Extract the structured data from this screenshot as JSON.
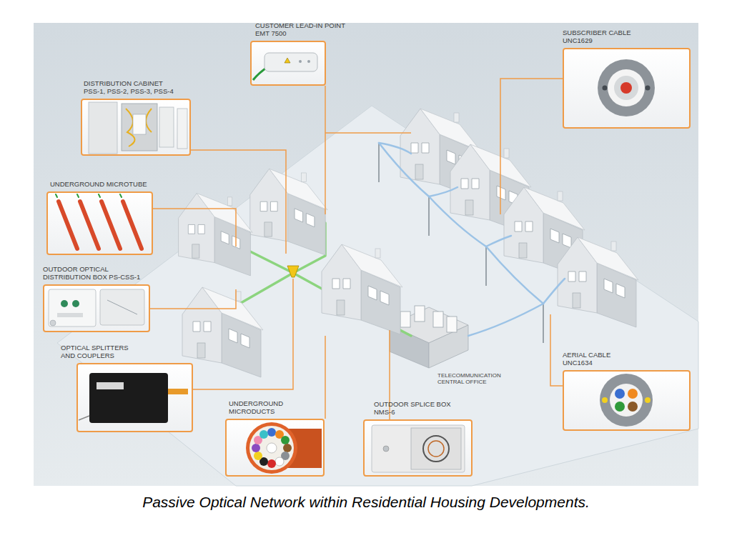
{
  "diagram": {
    "caption": "Passive Optical Network within Residential Housing Developments.",
    "nodes": [
      {
        "text": [
          "CUSTOMER LEAD-IN POINT EMT 7500"
        ]
      },
      {
        "text": [
          "SUBSCRIBER CABLE UNC1629"
        ]
      },
      {
        "text": [
          "DISTRIBUTION CABINET PSS-1, PSS-2, PSS-3, PSS-4"
        ]
      },
      {
        "text": [
          "UNDERGROUND MICROTUBE"
        ]
      },
      {
        "text": [
          "OUTDOOR OPTICAL DISTRIBUTION BOX PS-CSS-1"
        ]
      },
      {
        "text": [
          "OPTICAL SPLITTERS AND COUPLERS"
        ]
      },
      {
        "text": [
          "AERIAL CABLE UNC1634"
        ]
      },
      {
        "text": [
          "UNDERGROUND MICRODUCTS"
        ]
      },
      {
        "text": [
          "OUTDOOR SPLICE BOX NMS-6"
        ]
      }
    ],
    "labels": [
      "TELECOMMUNICATION CENTRAL OFFICE"
    ]
  }
}
